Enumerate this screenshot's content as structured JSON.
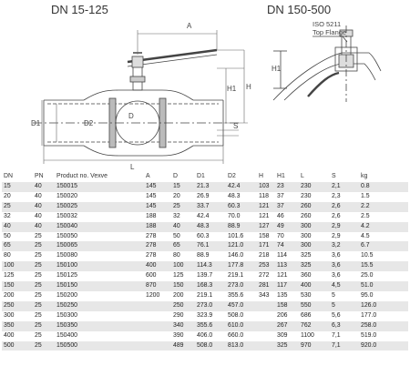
{
  "headings": {
    "left": "DN 15-125",
    "right": "DN 150-500"
  },
  "dimension_labels": {
    "A": "A",
    "H": "H",
    "H1": "H1",
    "D1": "D1",
    "D2": "D2",
    "D": "D",
    "S": "S",
    "L": "L",
    "right_H1": "H1",
    "iso_line1": "ISO 5211",
    "iso_line2": "Top Flange"
  },
  "table": {
    "headers": [
      "DN",
      "PN",
      "Product no. Vexve",
      "A",
      "D",
      "D1",
      "D2",
      "H",
      "H1",
      "L",
      "S",
      "kg"
    ],
    "rows": [
      [
        "15",
        "40",
        "150015",
        "145",
        "15",
        "21.3",
        "42.4",
        "103",
        "23",
        "230",
        "2,1",
        "0.8"
      ],
      [
        "20",
        "40",
        "150020",
        "145",
        "20",
        "26.9",
        "48.3",
        "118",
        "37",
        "230",
        "2,3",
        "1.5"
      ],
      [
        "25",
        "40",
        "150025",
        "145",
        "25",
        "33.7",
        "60.3",
        "121",
        "37",
        "260",
        "2,6",
        "2.2"
      ],
      [
        "32",
        "40",
        "150032",
        "188",
        "32",
        "42.4",
        "70.0",
        "121",
        "46",
        "260",
        "2,6",
        "2.5"
      ],
      [
        "40",
        "40",
        "150040",
        "188",
        "40",
        "48.3",
        "88.9",
        "127",
        "49",
        "300",
        "2,9",
        "4.2"
      ],
      [
        "50",
        "25",
        "150050",
        "278",
        "50",
        "60.3",
        "101.6",
        "158",
        "70",
        "300",
        "2,9",
        "4.5"
      ],
      [
        "65",
        "25",
        "150065",
        "278",
        "65",
        "76.1",
        "121.0",
        "171",
        "74",
        "300",
        "3,2",
        "6.7"
      ],
      [
        "80",
        "25",
        "150080",
        "278",
        "80",
        "88.9",
        "146.0",
        "218",
        "114",
        "325",
        "3,6",
        "10.5"
      ],
      [
        "100",
        "25",
        "150100",
        "400",
        "100",
        "114.3",
        "177.8",
        "253",
        "113",
        "325",
        "3,6",
        "15.5"
      ],
      [
        "125",
        "25",
        "150125",
        "600",
        "125",
        "139.7",
        "219.1",
        "272",
        "121",
        "360",
        "3,6",
        "25.0"
      ],
      [
        "150",
        "25",
        "150150",
        "870",
        "150",
        "168.3",
        "273.0",
        "281",
        "117",
        "400",
        "4,5",
        "51.0"
      ],
      [
        "200",
        "25",
        "150200",
        "1200",
        "200",
        "219.1",
        "355.6",
        "343",
        "135",
        "530",
        "5",
        "95.0"
      ],
      [
        "250",
        "25",
        "150250",
        "",
        "250",
        "273.0",
        "457.0",
        "",
        "158",
        "550",
        "5",
        "126.0"
      ],
      [
        "300",
        "25",
        "150300",
        "",
        "290",
        "323.9",
        "508.0",
        "",
        "206",
        "686",
        "5,6",
        "177.0"
      ],
      [
        "350",
        "25",
        "150350",
        "",
        "340",
        "355.6",
        "610.0",
        "",
        "267",
        "762",
        "6,3",
        "258.0"
      ],
      [
        "400",
        "25",
        "150400",
        "",
        "390",
        "406.0",
        "660.0",
        "",
        "309",
        "1100",
        "7,1",
        "519.0"
      ],
      [
        "500",
        "25",
        "150500",
        "",
        "489",
        "508.0",
        "813.0",
        "",
        "325",
        "970",
        "7,1",
        "920.0"
      ]
    ]
  }
}
